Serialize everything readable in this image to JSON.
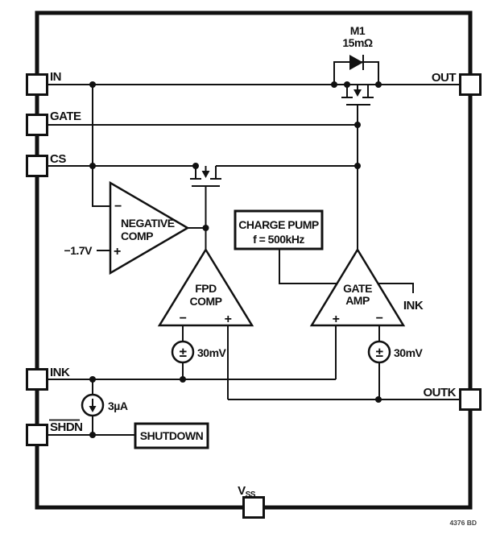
{
  "labels": {
    "in": "IN",
    "gate": "GATE",
    "cs": "CS",
    "ink": "INK",
    "shdn": "SHDN",
    "out": "OUT",
    "outk": "OUTK",
    "vss_v": "V",
    "vss_sub": "SS",
    "m1": "M1",
    "m1_r": "15mΩ",
    "neg1": "NEGATIVE",
    "neg2": "COMP",
    "neg_minus": "−",
    "neg_plus": "+",
    "neg_ref": "−1.7V",
    "cp1": "CHARGE PUMP",
    "cp2": "f = 500kHz",
    "fpd1": "FPD",
    "fpd2": "COMP",
    "fpd_minus": "−",
    "fpd_plus": "+",
    "ga1": "GATE",
    "ga2": "AMP",
    "ga_plus": "+",
    "ga_minus": "−",
    "vs_left_sym": "±",
    "vs_left": "30mV",
    "vs_right_sym": "±",
    "vs_right": "30mV",
    "isrc": "3µA",
    "shutdown": "SHUTDOWN",
    "ink_internal": "INK",
    "ref": "4376 BD"
  },
  "colors": {
    "line": "#111111",
    "background": "#ffffff"
  }
}
